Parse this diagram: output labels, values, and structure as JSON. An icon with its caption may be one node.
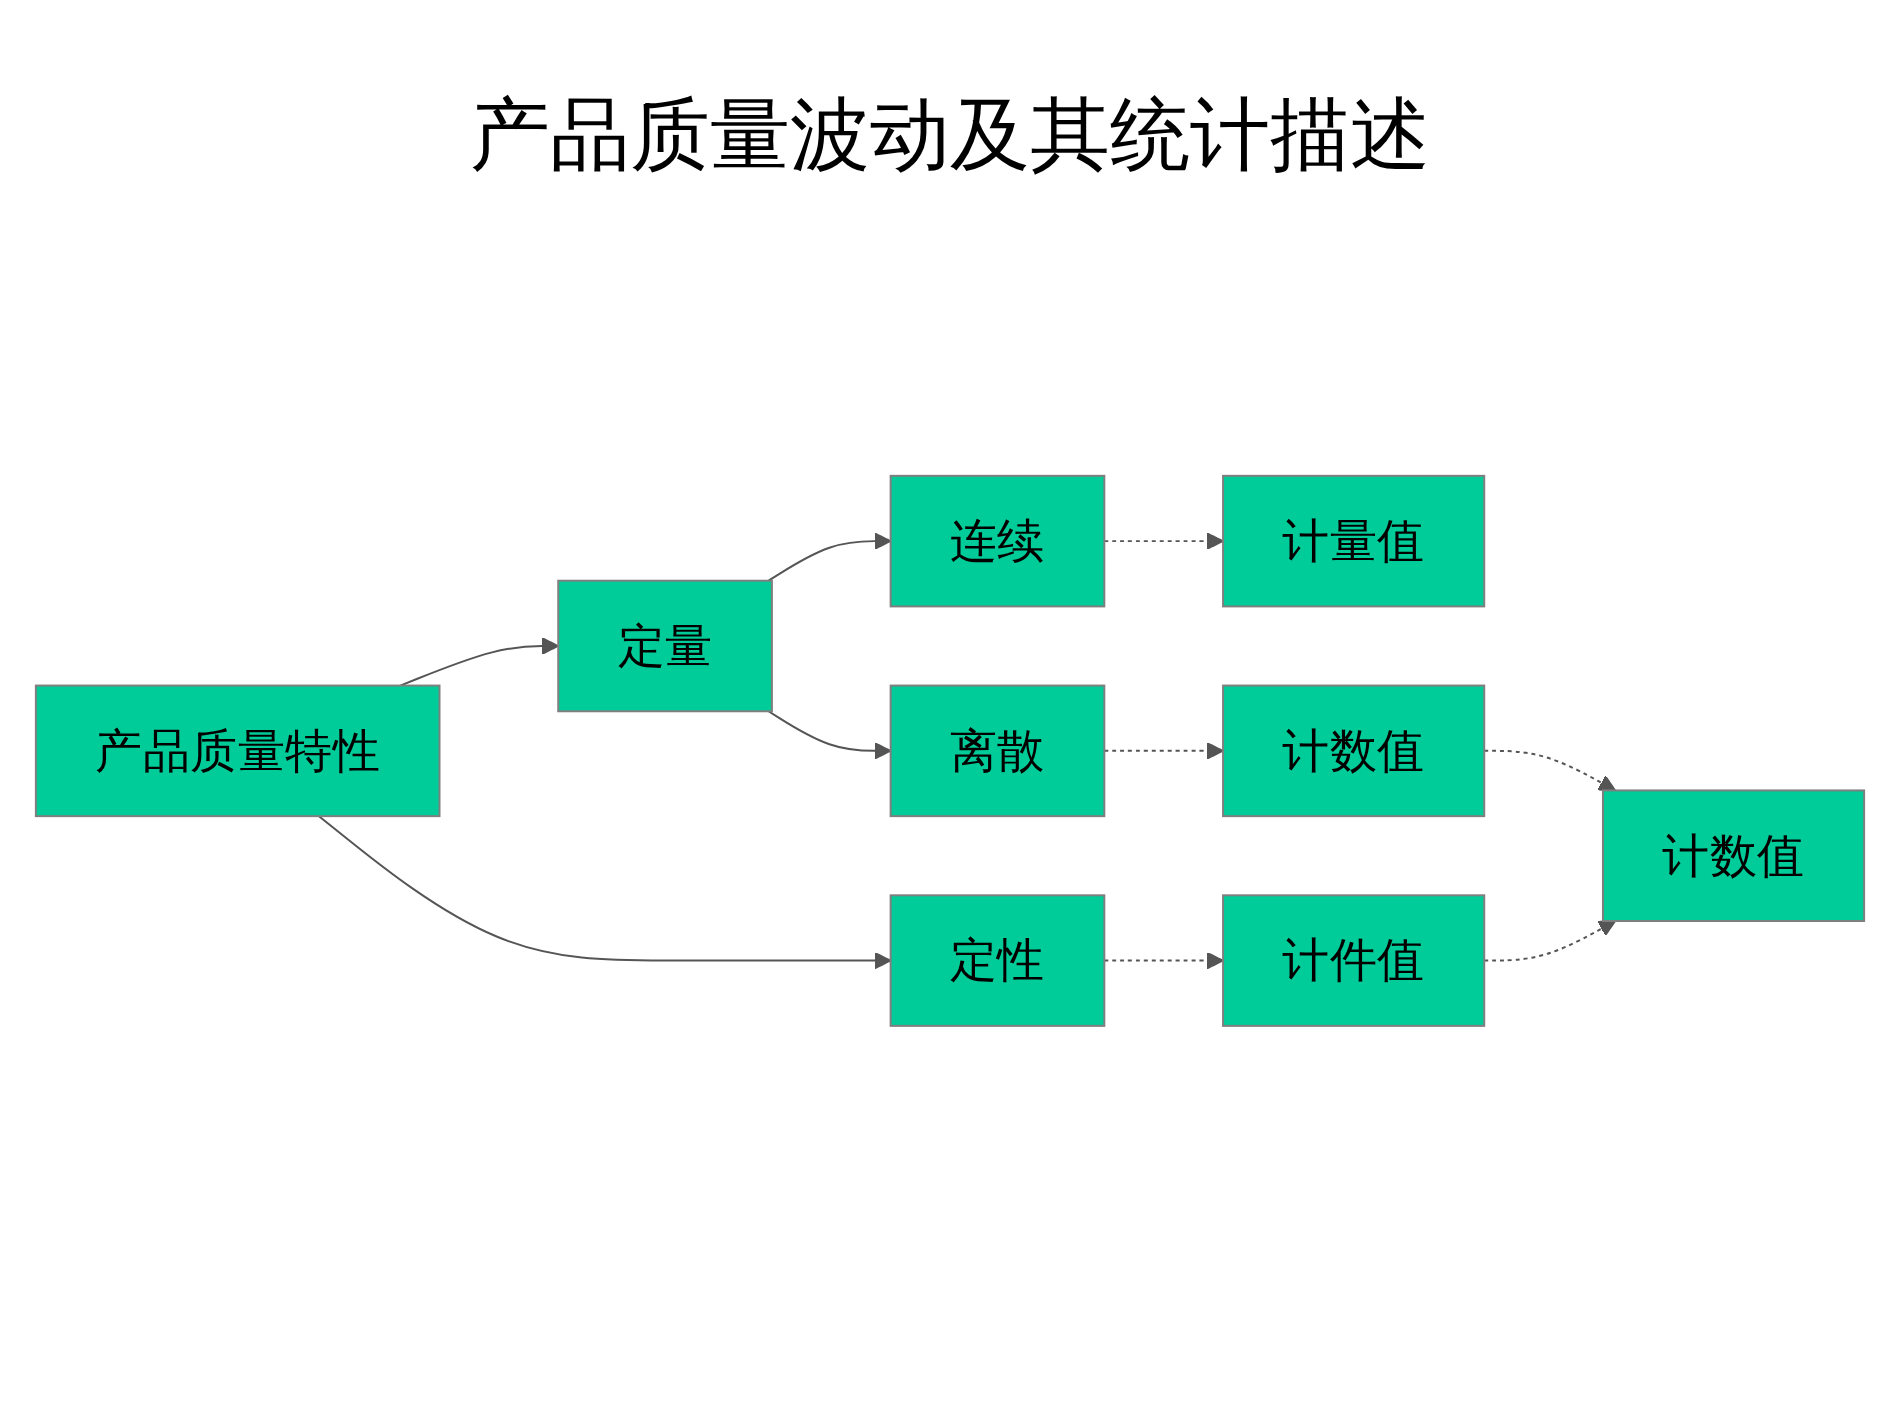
{
  "diagram": {
    "title": "产品质量波动及其统计描述",
    "nodes": [
      {
        "text": [
          "产品质量特性"
        ]
      },
      {
        "text": [
          "定量"
        ]
      },
      {
        "text": [
          "定性"
        ]
      },
      {
        "text": [
          "连续"
        ]
      },
      {
        "text": [
          "离散"
        ]
      },
      {
        "text": [
          "计量值"
        ]
      },
      {
        "text": [
          "计数值"
        ]
      },
      {
        "text": [
          "计件值"
        ]
      },
      {
        "text": [
          "计数值"
        ]
      }
    ],
    "edges": [
      {
        "from": 0,
        "to": 1,
        "arrow": "to"
      },
      {
        "from": 0,
        "to": 2,
        "arrow": "to"
      },
      {
        "from": 1,
        "to": 3,
        "arrow": "to"
      },
      {
        "from": 1,
        "to": 4,
        "arrow": "to"
      },
      {
        "from": 3,
        "to": 5,
        "arrow": "to",
        "style": "dashed"
      },
      {
        "from": 4,
        "to": 6,
        "arrow": "to",
        "style": "dashed"
      },
      {
        "from": 2,
        "to": 7,
        "arrow": "to",
        "style": "dashed"
      },
      {
        "from": 6,
        "to": 8,
        "arrow": "to",
        "style": "dashed"
      },
      {
        "from": 7,
        "to": 8,
        "arrow": "to",
        "style": "dashed"
      }
    ]
  }
}
